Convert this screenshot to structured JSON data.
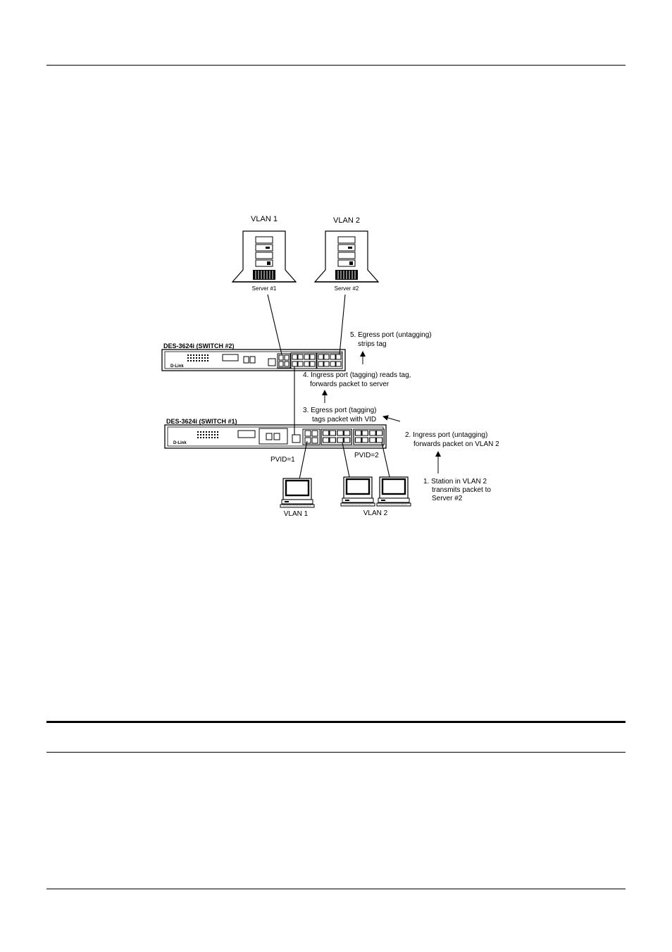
{
  "diagram": {
    "servers": [
      {
        "vlan_label": "VLAN 1",
        "name": "Server #1"
      },
      {
        "vlan_label": "VLAN 2",
        "name": "Server #2"
      }
    ],
    "switches": [
      {
        "label": "DES-3624i (SWITCH #2)",
        "brand": "D-Link"
      },
      {
        "label": "DES-3624i (SWITCH #1)",
        "brand": "D-Link"
      }
    ],
    "steps": {
      "step1": [
        "1. Station in VLAN 2",
        "transmits packet to",
        "Server #2"
      ],
      "step2": [
        "2. Ingress port (untagging)",
        "forwards packet on VLAN 2"
      ],
      "step3": [
        "3. Egress port (tagging)",
        "tags packet with VID"
      ],
      "step4": [
        "4. Ingress port (tagging) reads tag,",
        "forwards packet to server"
      ],
      "step5": [
        "5. Egress port (untagging)",
        "strips tag"
      ]
    },
    "pvid_labels": [
      "PVID=1",
      "PVID=2"
    ],
    "station_labels": [
      "VLAN 1",
      "VLAN 2"
    ]
  }
}
